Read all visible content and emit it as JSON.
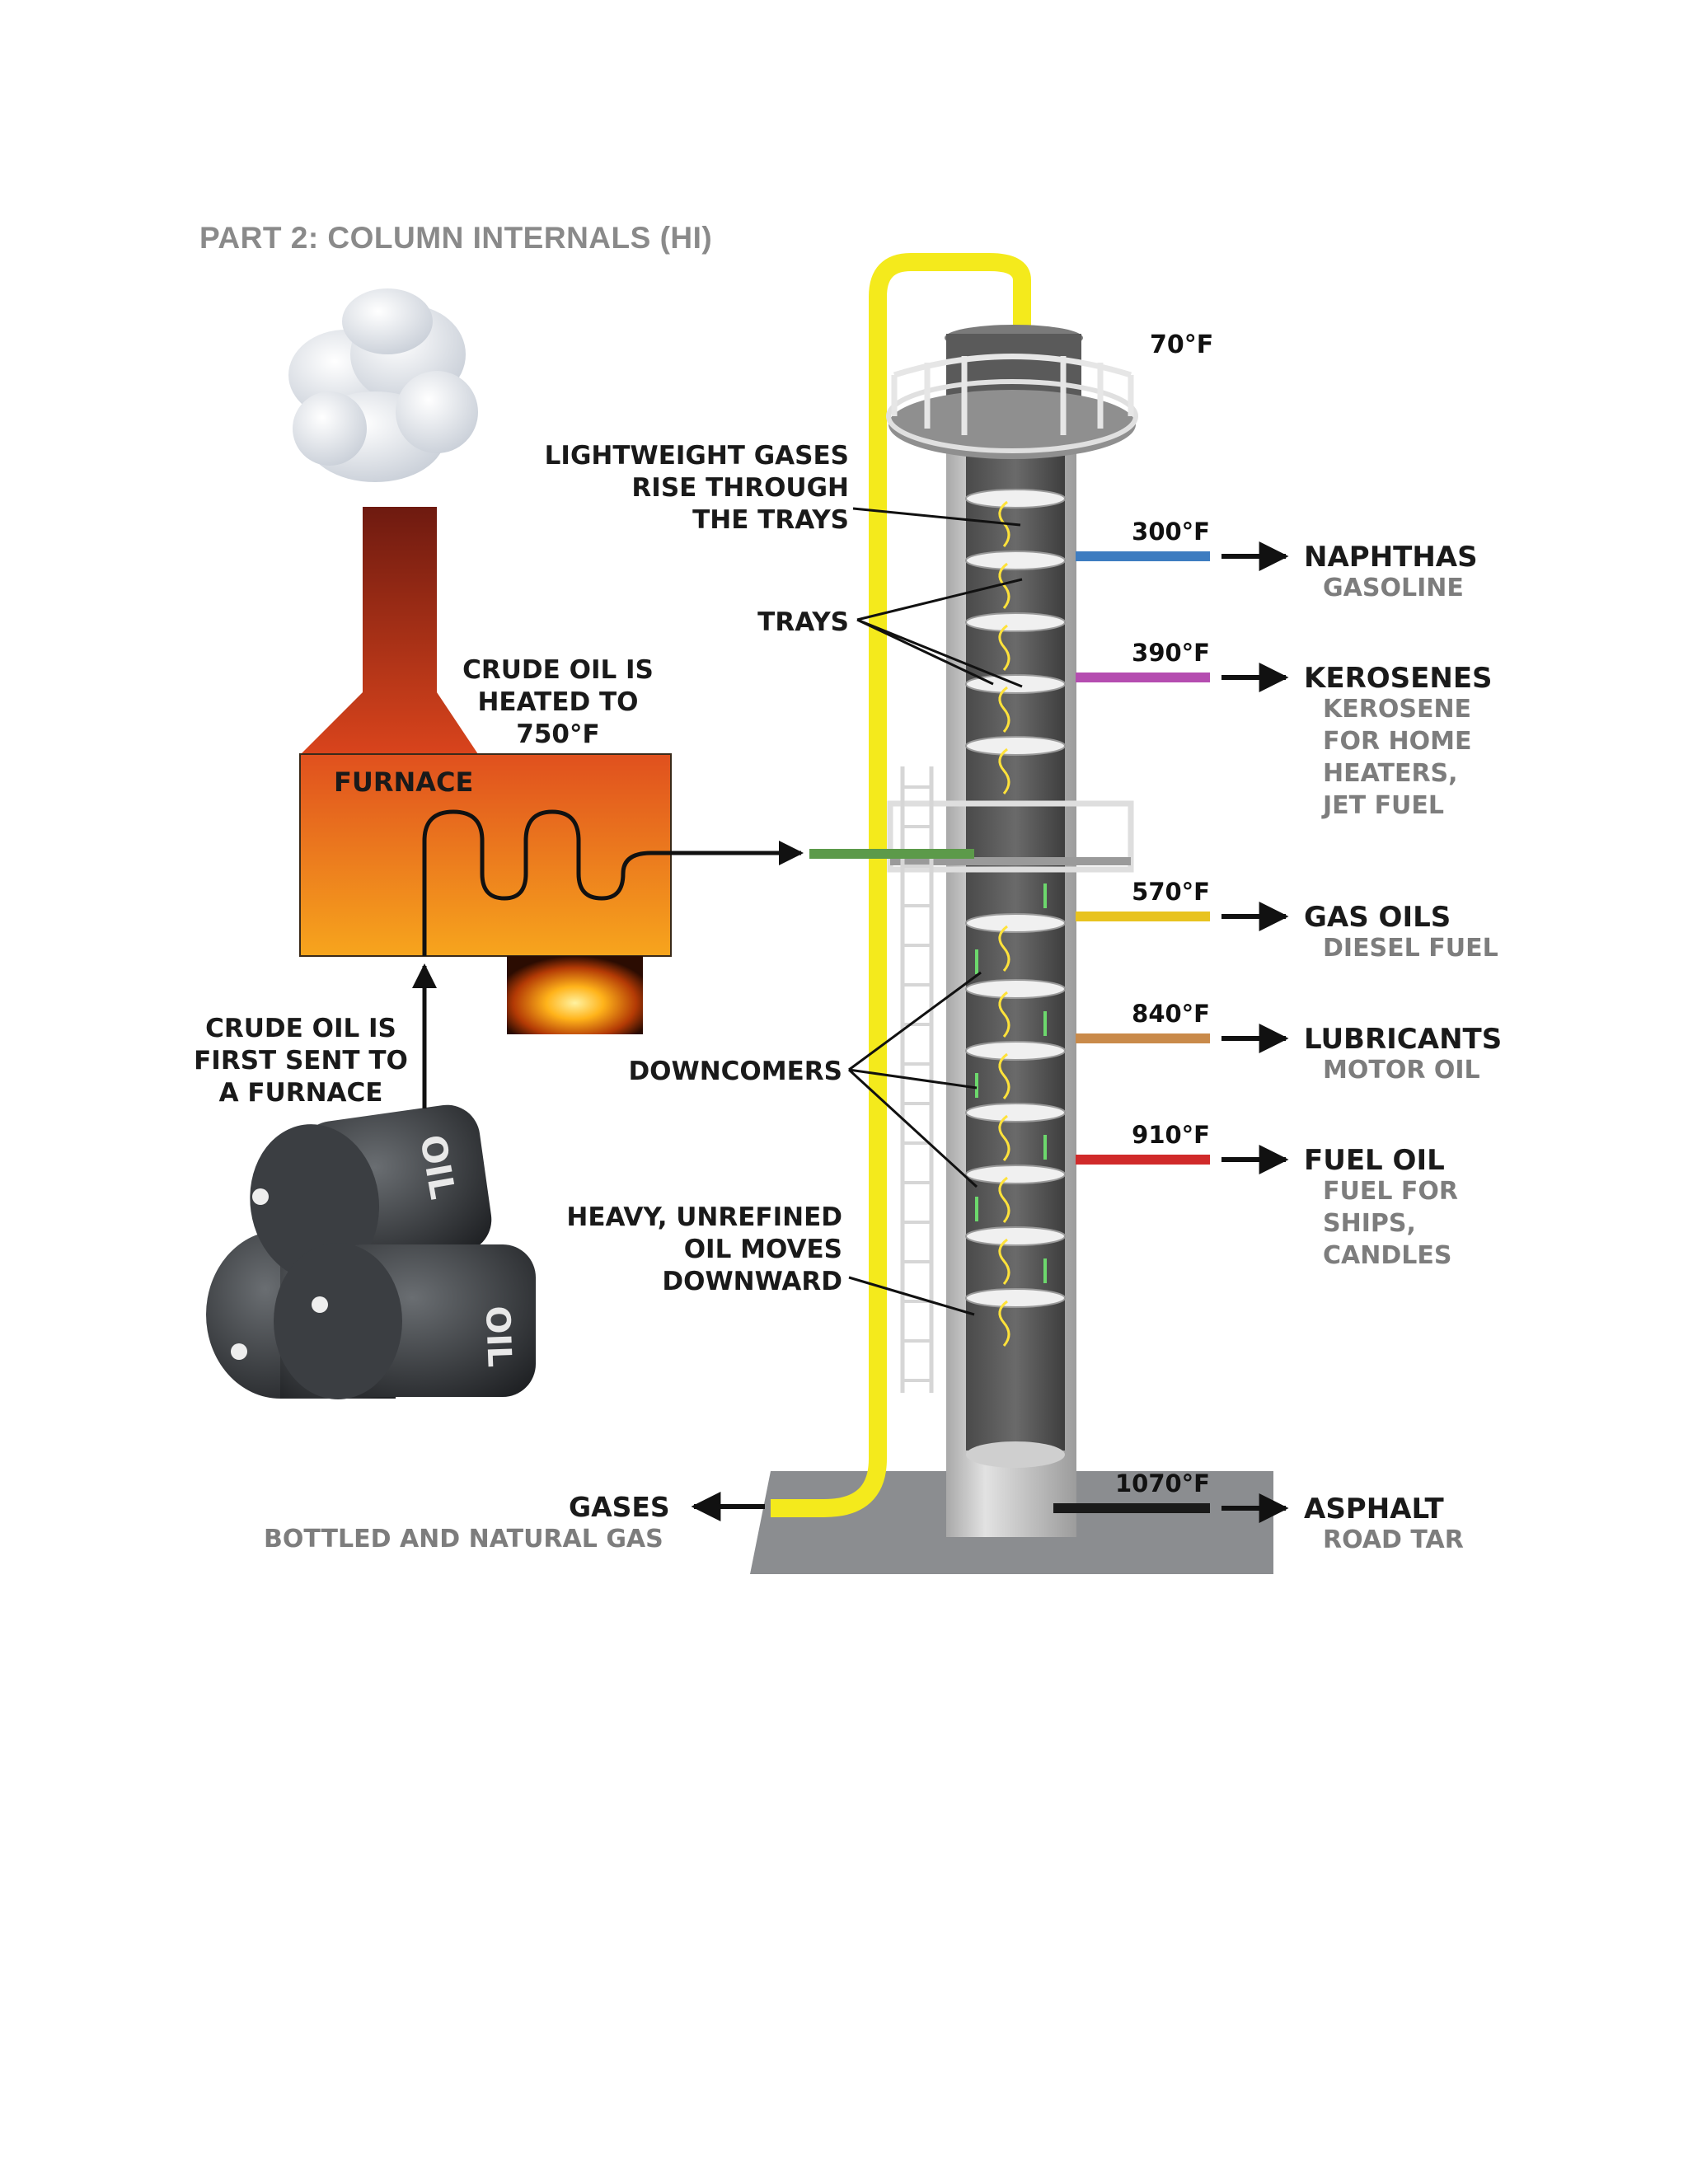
{
  "title": "PART 2: COLUMN INTERNALS (HI)",
  "furnace": {
    "label": "FURNACE",
    "heated": [
      "CRUDE OIL IS",
      "HEATED TO",
      "750°F"
    ]
  },
  "barrels": {
    "intro": [
      "CRUDE OIL IS",
      "FIRST SENT TO",
      "A FURNACE"
    ],
    "logo_text": "OIL"
  },
  "callouts": {
    "gases_rise": [
      "LIGHTWEIGHT GASES",
      "RISE THROUGH",
      "THE TRAYS"
    ],
    "trays": "TRAYS",
    "downcomers": "DOWNCOMERS",
    "heavy_oil": [
      "HEAVY, UNREFINED",
      "OIL MOVES",
      "DOWNWARD"
    ]
  },
  "top_temp": "70°F",
  "gases": {
    "name": "GASES",
    "use": "BOTTLED AND NATURAL GAS"
  },
  "products": [
    {
      "temp": "300°F",
      "name": "NAPHTHAS",
      "uses": [
        "GASOLINE"
      ],
      "color": "#3d7cc0"
    },
    {
      "temp": "390°F",
      "name": "KEROSENES",
      "uses": [
        "KEROSENE",
        "FOR HOME",
        "HEATERS,",
        "JET FUEL"
      ],
      "color": "#b54db0"
    },
    {
      "temp": "570°F",
      "name": "GAS OILS",
      "uses": [
        "DIESEL FUEL"
      ],
      "color": "#e8c31f"
    },
    {
      "temp": "840°F",
      "name": "LUBRICANTS",
      "uses": [
        "MOTOR OIL"
      ],
      "color": "#c98a4a"
    },
    {
      "temp": "910°F",
      "name": "FUEL OIL",
      "uses": [
        "FUEL FOR",
        "SHIPS,",
        "CANDLES"
      ],
      "color": "#d02a2a"
    },
    {
      "temp": "1070°F",
      "name": "ASPHALT",
      "uses": [
        "ROAD TAR"
      ],
      "color": "#1a1a1a"
    }
  ],
  "colors": {
    "pipe_yellow": "#f4ea1c",
    "furnace_top": "#e0501e",
    "furnace_bottom": "#f59a1c",
    "column": "#c8c8c8",
    "column_inner": "#5f5f5f",
    "vapor": "#ffe23a",
    "downflow": "#6cd86c",
    "feed": "#5c9a4a",
    "label_gray": "#8a8a8a"
  }
}
